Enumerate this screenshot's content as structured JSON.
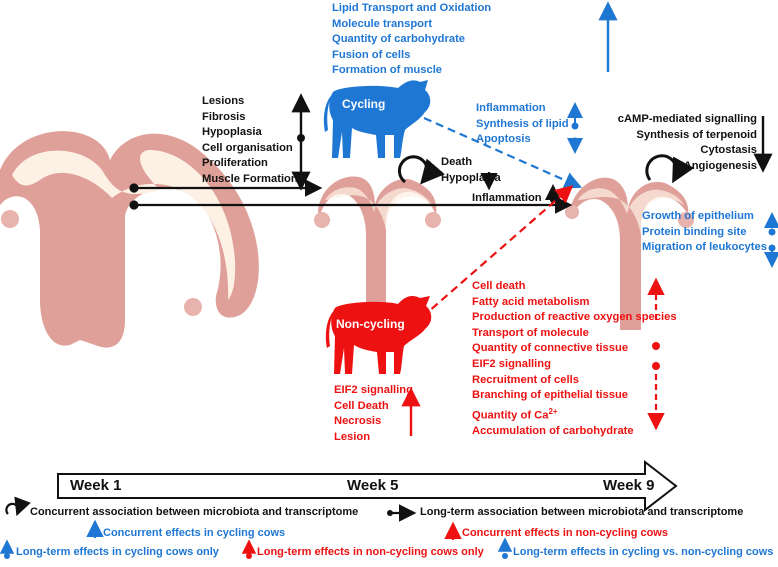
{
  "colors": {
    "blue": "#1f77d4",
    "red": "#ee1111",
    "black": "#111111",
    "uterus": "#e0a09a",
    "lumen": "#fdf0e4"
  },
  "blocks": {
    "top_blue": [
      "Lipid Transport and Oxidation",
      "Molecule transport",
      "Quantity of carbohydrate",
      "Fusion of cells",
      "Formation of muscle"
    ],
    "left_black": [
      "Lesions",
      "Fibrosis",
      "Hypoplasia",
      "Cell organisation",
      "Proliferation",
      "Muscle Formation"
    ],
    "mid_blue": [
      "Inflammation",
      "Synthesis of lipid",
      "Apoptosis"
    ],
    "right_black": [
      "cAMP-mediated signalling",
      "Synthesis of terpenoid",
      "Cytostasis",
      "Angiogenesis"
    ],
    "death": [
      "Death",
      "Hypoplasia"
    ],
    "inflammation": "Inflammation",
    "right_blue": [
      "Growth of epithelium",
      "Protein binding site",
      "Migration of leukocytes"
    ],
    "right_red": [
      "Cell death",
      "Fatty acid metabolism",
      "Production of reactive oxygen species",
      "Transport of molecule",
      "Quantity of connective tissue",
      "EIF2 signalling",
      "Recruitment of cells",
      "Branching of epithelial tissue",
      "Quantity of Ca",
      "Accumulation of carbohydrate"
    ],
    "ca_superscript": "2+",
    "bottom_red": [
      "EIF2 signalling",
      "Cell Death",
      "Necrosis",
      "Lesion"
    ]
  },
  "cows": {
    "cycling": "Cycling",
    "noncycling": "Non-cycling"
  },
  "timeline": {
    "w1": "Week 1",
    "w5": "Week 5",
    "w9": "Week 9"
  },
  "legend": {
    "concurrent_assoc": "Concurrent association between microbiota and transcriptome",
    "longterm_assoc": "Long-term association between microbiota and transcriptome",
    "concurrent_cycling": "Concurrent effects in cycling cows",
    "concurrent_noncycling": "Concurrent effects in non-cycling cows",
    "longterm_cycling": "Long-term effects in cycling cows only",
    "longterm_noncycling": "Long-term effects in non-cycling cows only",
    "longterm_vs": "Long-term effects in cycling vs. non-cycling cows"
  }
}
